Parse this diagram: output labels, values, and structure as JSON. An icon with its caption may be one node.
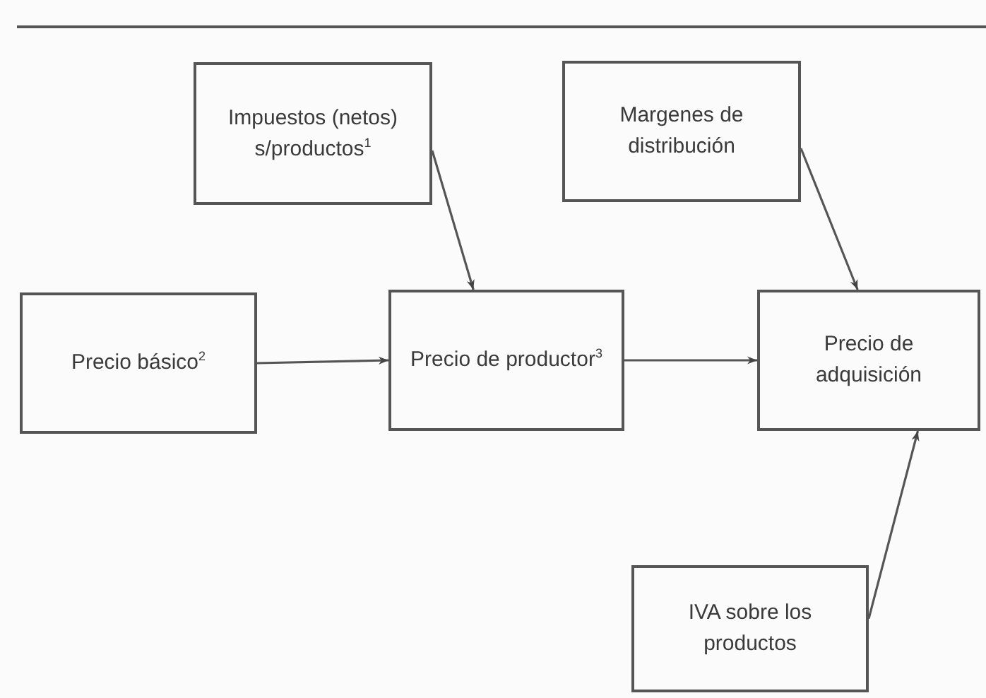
{
  "diagram": {
    "nodes": [
      {
        "text": [
          "Impuestos (netos) s/productos$^{1}$"
        ]
      },
      {
        "text": [
          "Margenes de distribución"
        ]
      },
      {
        "text": [
          "Precio básico$^{2}$"
        ]
      },
      {
        "text": [
          "Precio de productor$^{3}$"
        ]
      },
      {
        "text": [
          "Precio de adquisición"
        ]
      },
      {
        "text": [
          "IVA sobre los productos"
        ]
      }
    ],
    "edges": [
      {
        "from": 0,
        "to": 3,
        "arrow": "to"
      },
      {
        "from": 1,
        "to": 4,
        "arrow": "to"
      },
      {
        "from": 2,
        "to": 3,
        "arrow": "to"
      },
      {
        "from": 3,
        "to": 4,
        "arrow": "to"
      },
      {
        "from": 5,
        "to": 4,
        "arrow": "to"
      }
    ]
  }
}
